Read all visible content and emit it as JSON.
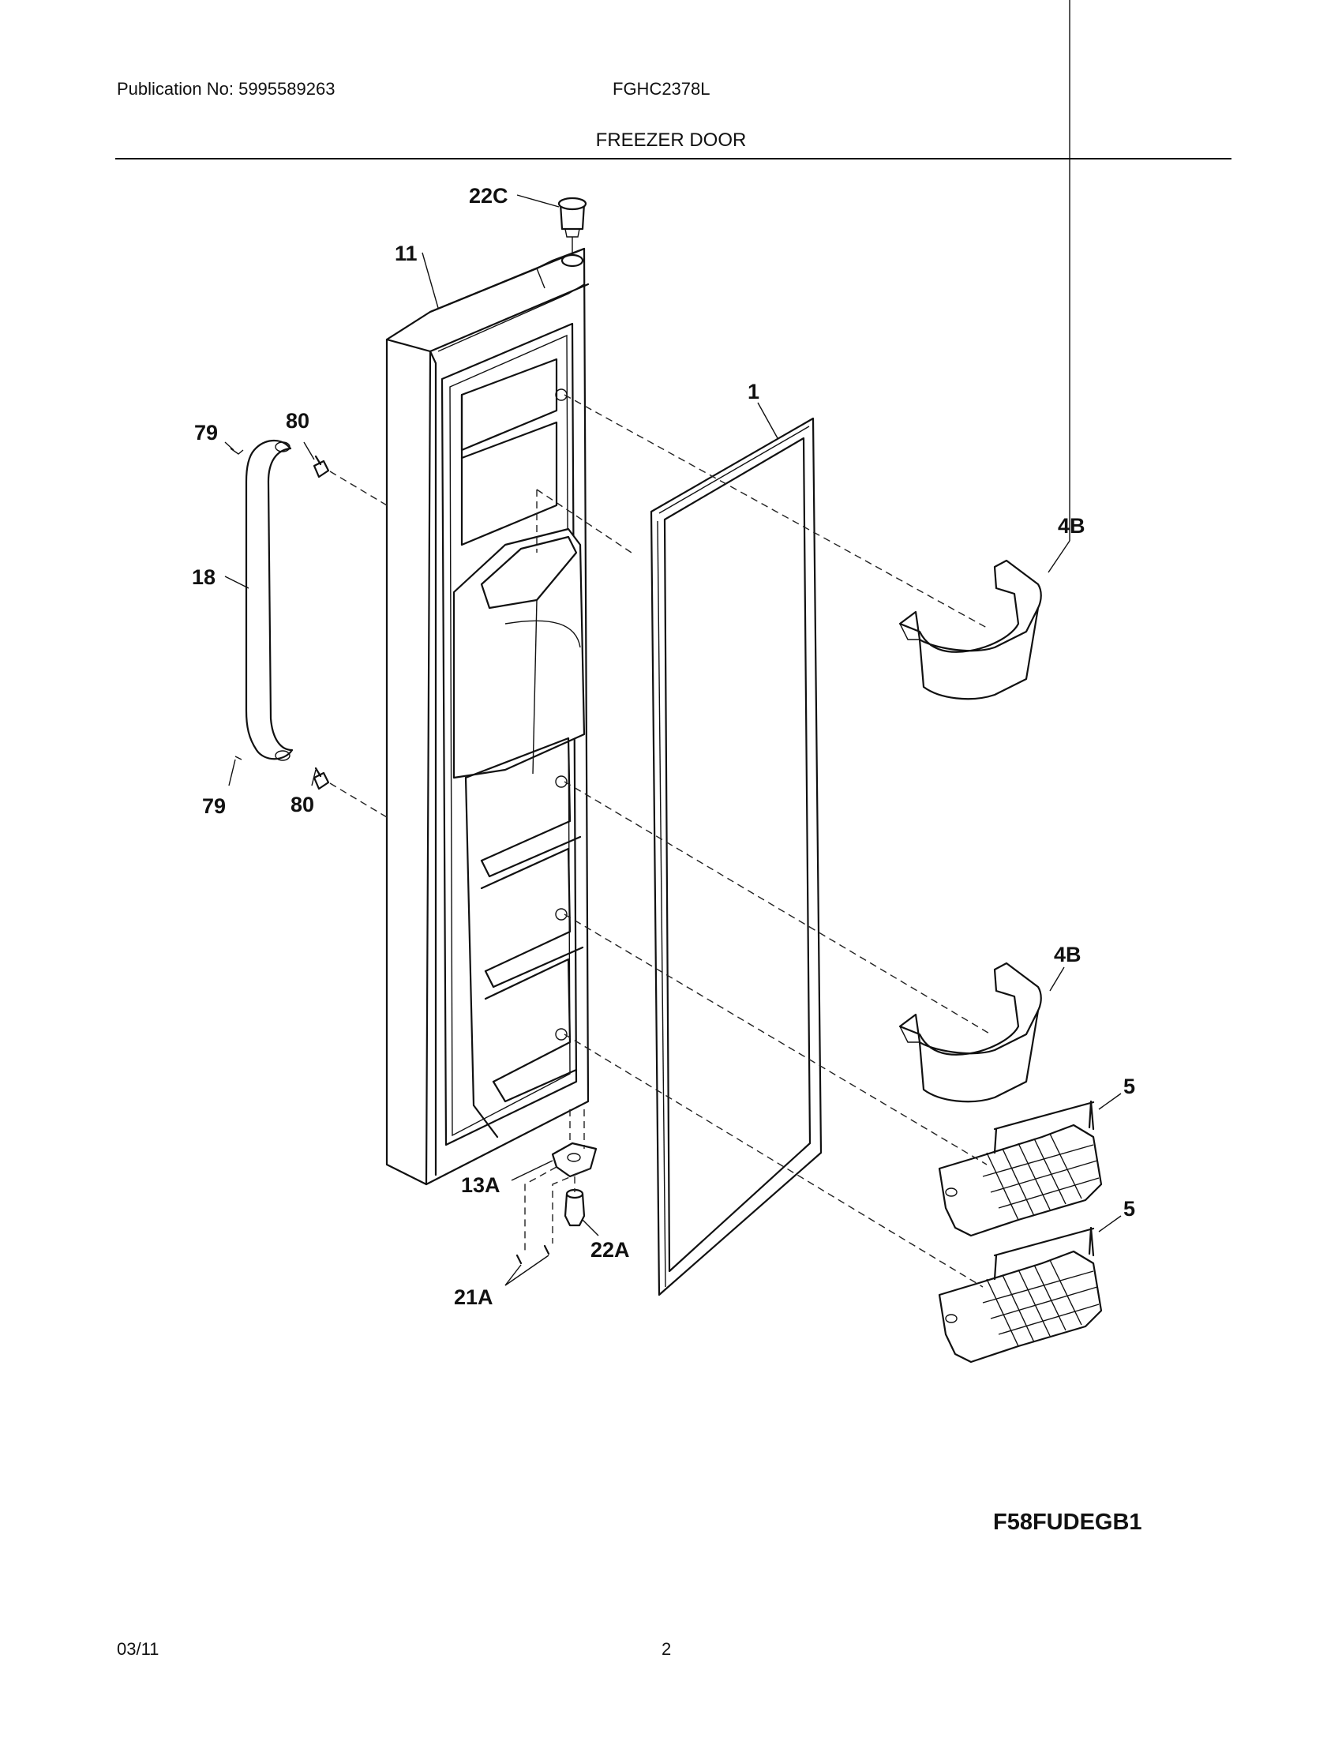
{
  "header": {
    "publication": "Publication No: 5995589263",
    "model": "FGHC2378L",
    "section_title": "FREEZER DOOR"
  },
  "callouts": {
    "c22C": "22C",
    "c11": "11",
    "c1": "1",
    "c79a": "79",
    "c80a": "80",
    "c18": "18",
    "c4Ba": "4B",
    "c79b": "79",
    "c80b": "80",
    "c4Bb": "4B",
    "c5a": "5",
    "c5b": "5",
    "c13A": "13A",
    "c22A": "22A",
    "c21A": "21A"
  },
  "figure_code": "F58FUDEGB1",
  "footer": {
    "date": "03/11",
    "page": "2"
  }
}
